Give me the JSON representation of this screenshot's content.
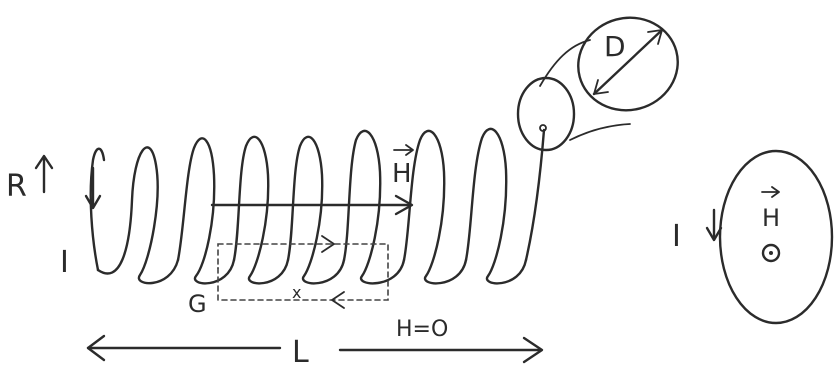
{
  "labels": {
    "radius": "R",
    "current_left": "I",
    "field_vector": "H",
    "point_g": "G",
    "distance_x": "x",
    "field_zero": "H=O",
    "length": "L",
    "diameter": "D",
    "current_right": "I",
    "field_vector_right": "H"
  },
  "colors": {
    "ink": "#2b2b2b",
    "background": "#ffffff"
  }
}
